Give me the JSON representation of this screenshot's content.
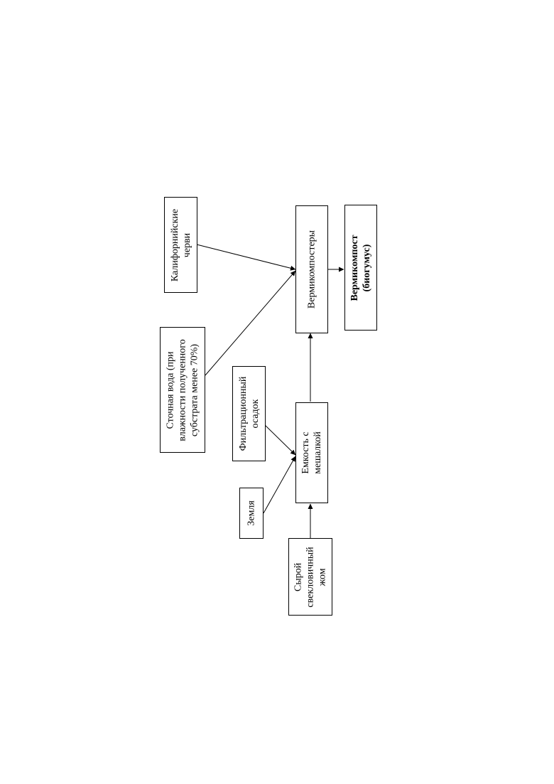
{
  "nodes": {
    "worms": {
      "lines": [
        "Калифорнийские",
        "черви"
      ]
    },
    "wastewater": {
      "lines": [
        "Сточная вода (при",
        "влажности полученного",
        "субстрата менее 70%)"
      ]
    },
    "filter_cake": {
      "lines": [
        "Фильтрационный",
        "осадок"
      ]
    },
    "soil": {
      "lines": [
        "Земля"
      ]
    },
    "beet_pulp": {
      "lines": [
        "Сырой",
        "свекловичный",
        "жом"
      ]
    },
    "mixer_tank": {
      "lines": [
        "Емкость с",
        "мешалкой"
      ]
    },
    "vermicomposters": {
      "lines": [
        "Вермикомпостеры"
      ]
    },
    "vermicompost": {
      "lines": [
        "Вермикомпост",
        "(биогумус)"
      ]
    }
  },
  "edges": [
    {
      "from": "worms",
      "to": "vermicomposters"
    },
    {
      "from": "wastewater",
      "to": "vermicomposters"
    },
    {
      "from": "vermicomposters",
      "to": "vermicompost"
    },
    {
      "from": "mixer_tank",
      "to": "vermicomposters"
    },
    {
      "from": "filter_cake",
      "to": "mixer_tank"
    },
    {
      "from": "soil",
      "to": "mixer_tank"
    },
    {
      "from": "beet_pulp",
      "to": "mixer_tank"
    }
  ]
}
